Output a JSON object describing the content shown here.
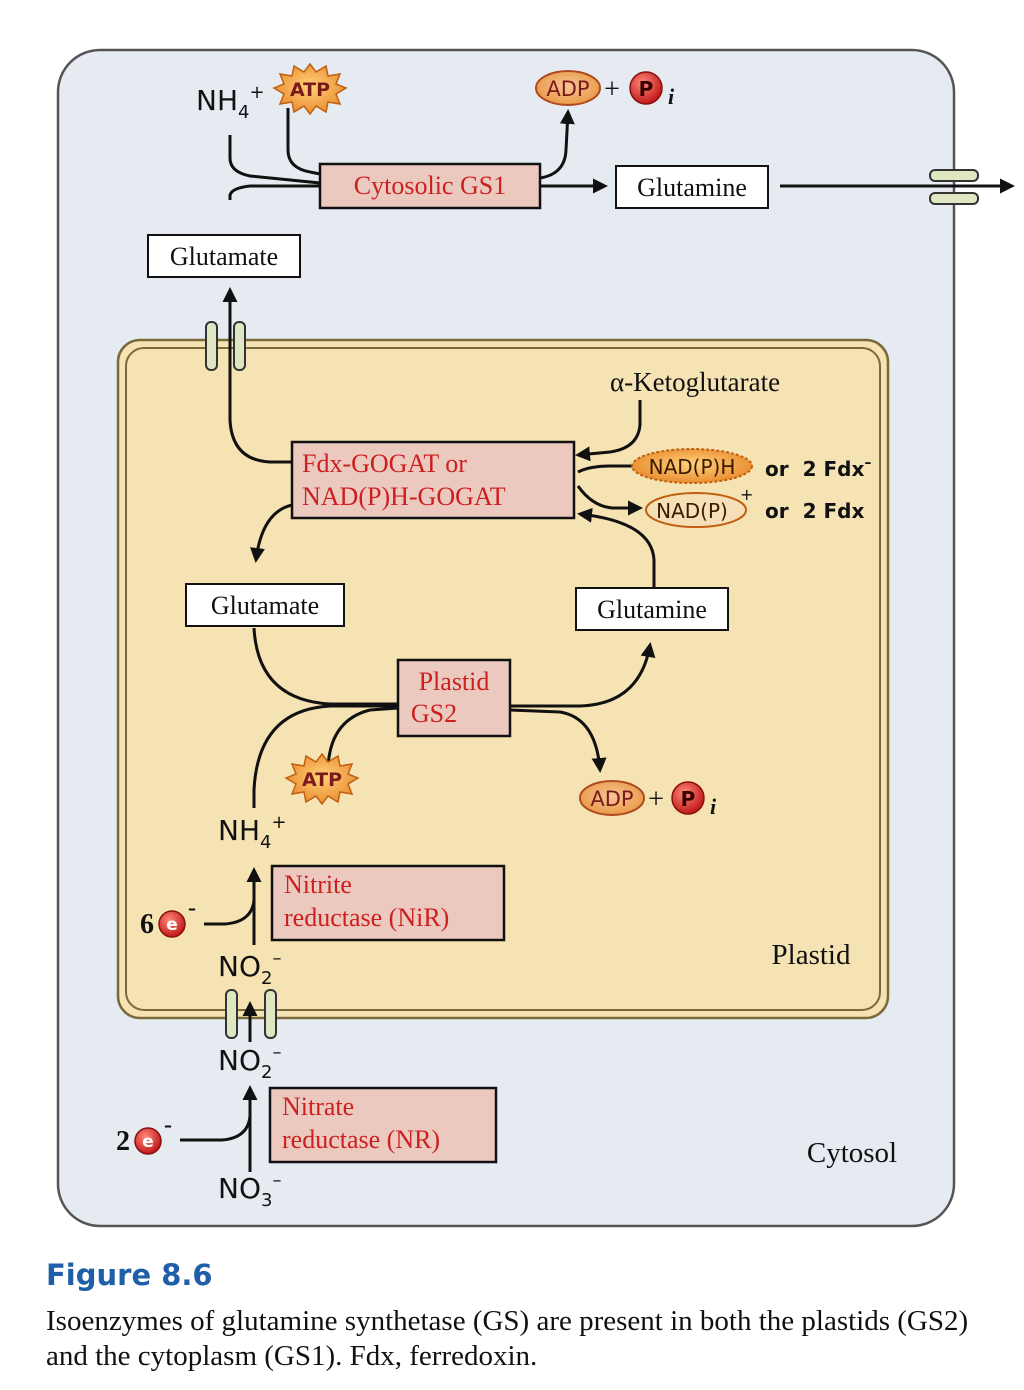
{
  "cell": {
    "cytosol_label": "Cytosol",
    "plastid_label": "Plastid"
  },
  "enzymes": {
    "gs1": "Cytosolic GS1",
    "gogat_line1": "Fdx-GOGAT or",
    "gogat_line2": "NAD(P)H-GOGAT",
    "gs2_line1": "Plastid",
    "gs2_line2": "GS2",
    "nir_line1": "Nitrite",
    "nir_line2": "reductase (NiR)",
    "nr_line1": "Nitrate",
    "nr_line2": "reductase (NR)"
  },
  "metabolites": {
    "glutamine_cytosol": "Glutamine",
    "glutamate_cytosol": "Glutamate",
    "ketoglutarate": "α-Ketoglutarate",
    "glutamate_plastid": "Glutamate",
    "glutamine_plastid": "Glutamine",
    "nh4_base": "NH",
    "nh4_sub": "4",
    "nh4_sup": "+",
    "no2_base": "NO",
    "no2_sub": "2",
    "no2_sup": "–",
    "no3_base": "NO",
    "no3_sub": "3",
    "no3_sup": "–"
  },
  "cofactors": {
    "atp": "ATP",
    "adp": "ADP",
    "plus": "+",
    "p": "P",
    "p_sub": "i",
    "nadph": "NAD(P)H",
    "nadp": "NAD(P)",
    "nadp_sup": "+",
    "or": "or",
    "fdx_reduced": "2 Fdx",
    "fdx_reduced_sup": "–",
    "fdx_oxidized": "2 Fdx"
  },
  "electrons": {
    "six": "6",
    "two": "2",
    "e": "e",
    "e_sup": "–"
  },
  "caption": {
    "title": "Figure 8.6",
    "body": "Isoenzymes of glutamine synthetase (GS) are present in both the plastids (GS2) and the cytoplasm (GS1). Fdx, ferredoxin."
  },
  "colors": {
    "cytosol_fill": "#e6eaf1",
    "plastid_fill": "#f6e3b3",
    "plastid_border": "#7a6a3a",
    "enzyme_fill": "#ecc9bf",
    "enzyme_text": "#cc1f1f",
    "atp_fill": "#f29a2e",
    "electron_fill": "#d42a2a",
    "caption_title": "#1e5fa8"
  }
}
